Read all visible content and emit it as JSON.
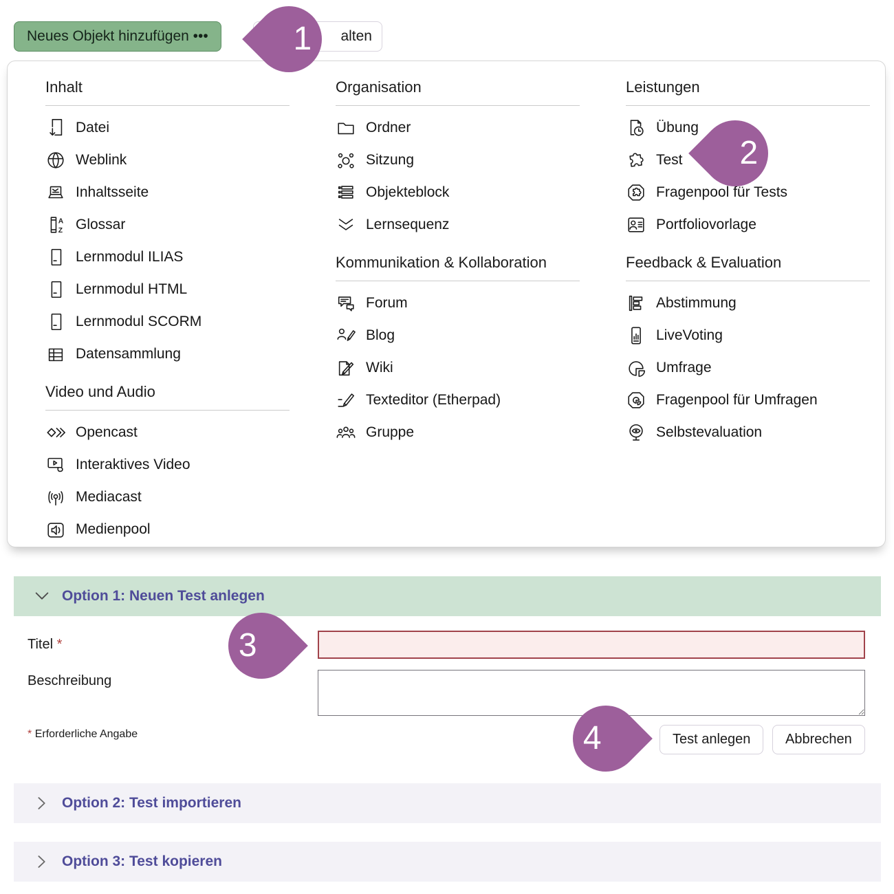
{
  "toolbar": {
    "add_object_label": "Neues Objekt hinzufügen •••",
    "partial_button_label": "alten"
  },
  "annotations": {
    "step1": "1",
    "step2": "2",
    "step3": "3",
    "step4": "4"
  },
  "menu": {
    "glossary_letters": {
      "a": "A",
      "z": "Z"
    },
    "columns": [
      {
        "sections": [
          {
            "title": "Inhalt",
            "items": [
              {
                "icon": "file-download-icon",
                "label": "Datei"
              },
              {
                "icon": "globe-icon",
                "label": "Weblink"
              },
              {
                "icon": "content-page-icon",
                "label": "Inhaltsseite"
              },
              {
                "icon": "glossary-icon",
                "label": "Glossar"
              },
              {
                "icon": "learning-module-icon",
                "label": "Lernmodul ILIAS"
              },
              {
                "icon": "learning-module-icon",
                "label": "Lernmodul HTML"
              },
              {
                "icon": "learning-module-icon",
                "label": "Lernmodul SCORM"
              },
              {
                "icon": "table-icon",
                "label": "Datensammlung"
              }
            ]
          },
          {
            "title": "Video und Audio",
            "items": [
              {
                "icon": "opencast-icon",
                "label": "Opencast"
              },
              {
                "icon": "interactive-video-icon",
                "label": "Interaktives Video"
              },
              {
                "icon": "broadcast-icon",
                "label": "Mediacast"
              },
              {
                "icon": "speaker-icon",
                "label": "Medienpool"
              }
            ]
          }
        ]
      },
      {
        "sections": [
          {
            "title": "Organisation",
            "items": [
              {
                "icon": "folder-icon",
                "label": "Ordner"
              },
              {
                "icon": "network-icon",
                "label": "Sitzung"
              },
              {
                "icon": "list-icon",
                "label": "Objekteblock"
              },
              {
                "icon": "double-chevron-icon",
                "label": "Lernsequenz"
              }
            ]
          },
          {
            "title": "Kommunikation & Kollaboration",
            "items": [
              {
                "icon": "forum-icon",
                "label": "Forum"
              },
              {
                "icon": "blog-icon",
                "label": "Blog"
              },
              {
                "icon": "wiki-icon",
                "label": "Wiki"
              },
              {
                "icon": "pencil-icon",
                "label": "Texteditor (Etherpad)"
              },
              {
                "icon": "group-icon",
                "label": "Gruppe"
              }
            ]
          }
        ]
      },
      {
        "sections": [
          {
            "title": "Leistungen",
            "items": [
              {
                "icon": "exercise-icon",
                "label": "Übung"
              },
              {
                "icon": "puzzle-icon",
                "label": "Test"
              },
              {
                "icon": "puzzle-pool-icon",
                "label": "Fragenpool für Tests"
              },
              {
                "icon": "portfolio-icon",
                "label": "Portfoliovorlage"
              }
            ]
          },
          {
            "title": "Feedback & Evaluation",
            "items": [
              {
                "icon": "barchart-icon",
                "label": "Abstimmung"
              },
              {
                "icon": "phone-chart-icon",
                "label": "LiveVoting"
              },
              {
                "icon": "pie-icon",
                "label": "Umfrage"
              },
              {
                "icon": "pie-pool-icon",
                "label": "Fragenpool für Umfragen"
              },
              {
                "icon": "eye-icon",
                "label": "Selbstevaluation"
              }
            ]
          }
        ]
      }
    ]
  },
  "form": {
    "accordion_open_label": "Option 1: Neuen Test anlegen",
    "title_label": "Titel",
    "required_marker": "*",
    "title_value": "",
    "description_label": "Beschreibung",
    "description_value": "",
    "required_note": "Erforderliche Angabe",
    "create_button": "Test anlegen",
    "cancel_button": "Abbrechen"
  },
  "accordions": {
    "option2": "Option 2: Test importieren",
    "option3": "Option 3: Test kopieren"
  },
  "colors": {
    "primary_button_green": "#85b48a",
    "accordion_open_green": "#cde3d3",
    "accordion_closed_lavender": "#f3f2f7",
    "accordion_text_purple": "#4f4c99",
    "annotation_purple": "#9d5f9b",
    "required_red": "#b0413e",
    "error_field_border": "#a1434b",
    "error_field_bg": "#fbedec"
  }
}
